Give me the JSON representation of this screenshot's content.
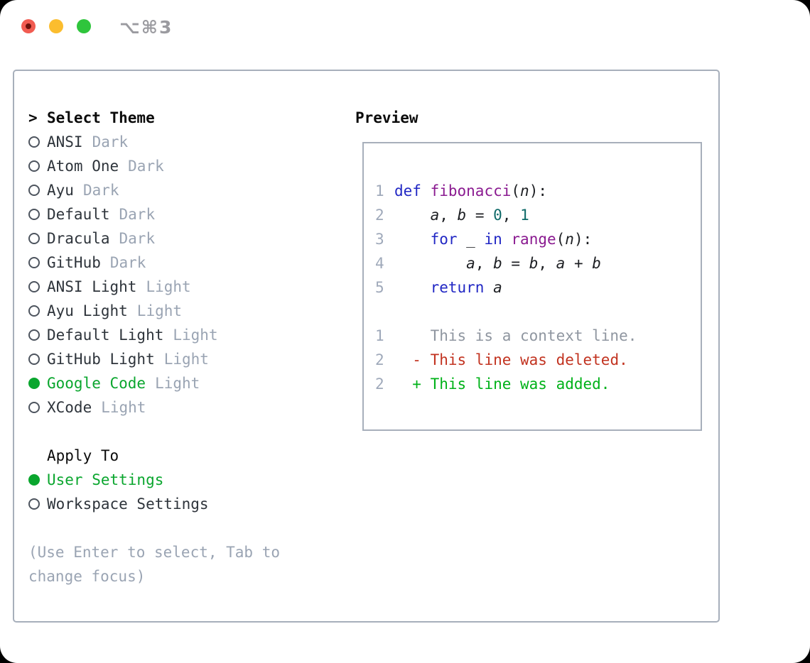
{
  "titlebar": {
    "title": "⌥⌘3"
  },
  "left": {
    "header": {
      "marker": ">",
      "label": "Select Theme"
    },
    "themes": [
      {
        "name": "ANSI",
        "variant": "Dark",
        "selected": false
      },
      {
        "name": "Atom One",
        "variant": "Dark",
        "selected": false
      },
      {
        "name": "Ayu",
        "variant": "Dark",
        "selected": false
      },
      {
        "name": "Default",
        "variant": "Dark",
        "selected": false
      },
      {
        "name": "Dracula",
        "variant": "Dark",
        "selected": false
      },
      {
        "name": "GitHub",
        "variant": "Dark",
        "selected": false
      },
      {
        "name": "ANSI Light",
        "variant": "Light",
        "selected": false
      },
      {
        "name": "Ayu Light",
        "variant": "Light",
        "selected": false
      },
      {
        "name": "Default Light",
        "variant": "Light",
        "selected": false
      },
      {
        "name": "GitHub Light",
        "variant": "Light",
        "selected": false
      },
      {
        "name": "Google Code",
        "variant": "Light",
        "selected": true
      },
      {
        "name": "XCode",
        "variant": "Light",
        "selected": false
      }
    ],
    "apply_to": {
      "label": "Apply To",
      "options": [
        {
          "name": "User Settings",
          "selected": true
        },
        {
          "name": "Workspace Settings",
          "selected": false
        }
      ]
    },
    "hint": "(Use Enter to select, Tab to change focus)"
  },
  "preview": {
    "label": "Preview",
    "lines": [
      {
        "num": "1",
        "tokens": [
          [
            "def",
            "kw"
          ],
          [
            " ",
            "pl"
          ],
          [
            "fibonacci",
            "fn"
          ],
          [
            "(",
            "pl"
          ],
          [
            "n",
            "var"
          ],
          [
            "):",
            "pl"
          ]
        ]
      },
      {
        "num": "2",
        "tokens": [
          [
            "    ",
            "pl"
          ],
          [
            "a",
            "var"
          ],
          [
            ", ",
            "pl"
          ],
          [
            "b",
            "var"
          ],
          [
            " = ",
            "pl"
          ],
          [
            "0",
            "num"
          ],
          [
            ", ",
            "pl"
          ],
          [
            "1",
            "num"
          ]
        ]
      },
      {
        "num": "3",
        "tokens": [
          [
            "    ",
            "pl"
          ],
          [
            "for",
            "kw"
          ],
          [
            " _ ",
            "pl"
          ],
          [
            "in",
            "kw"
          ],
          [
            " ",
            "pl"
          ],
          [
            "range",
            "fn"
          ],
          [
            "(",
            "pl"
          ],
          [
            "n",
            "var"
          ],
          [
            "):",
            "pl"
          ]
        ]
      },
      {
        "num": "4",
        "tokens": [
          [
            "        ",
            "pl"
          ],
          [
            "a",
            "var"
          ],
          [
            ", ",
            "pl"
          ],
          [
            "b",
            "var"
          ],
          [
            " = ",
            "pl"
          ],
          [
            "b",
            "var"
          ],
          [
            ", ",
            "pl"
          ],
          [
            "a",
            "var"
          ],
          [
            " + ",
            "pl"
          ],
          [
            "b",
            "var"
          ]
        ]
      },
      {
        "num": "5",
        "tokens": [
          [
            "    ",
            "pl"
          ],
          [
            "return",
            "kw"
          ],
          [
            " ",
            "pl"
          ],
          [
            "a",
            "var"
          ]
        ]
      },
      {
        "num": "",
        "tokens": []
      },
      {
        "num": "1",
        "tokens": [
          [
            "    This is a context line.",
            "ctx"
          ]
        ]
      },
      {
        "num": "2",
        "tokens": [
          [
            "  ",
            "pl"
          ],
          [
            "- This line was deleted.",
            "del"
          ]
        ]
      },
      {
        "num": "2",
        "tokens": [
          [
            "  ",
            "pl"
          ],
          [
            "+ This line was added.",
            "add"
          ]
        ]
      }
    ]
  },
  "colors": {
    "accent_green": "#0aa62e",
    "keyword_blue": "#2127c4",
    "function_purple": "#8a1a90",
    "literal_teal": "#0e6968",
    "diff_deleted_red": "#c23320",
    "diff_added_green": "#00b219",
    "context_gray": "#8f96a0",
    "muted_gray": "#9aa4b3",
    "line_number_gray": "#9fa9ba",
    "text_dark": "#2e343b",
    "border_gray": "#a7afbb"
  }
}
